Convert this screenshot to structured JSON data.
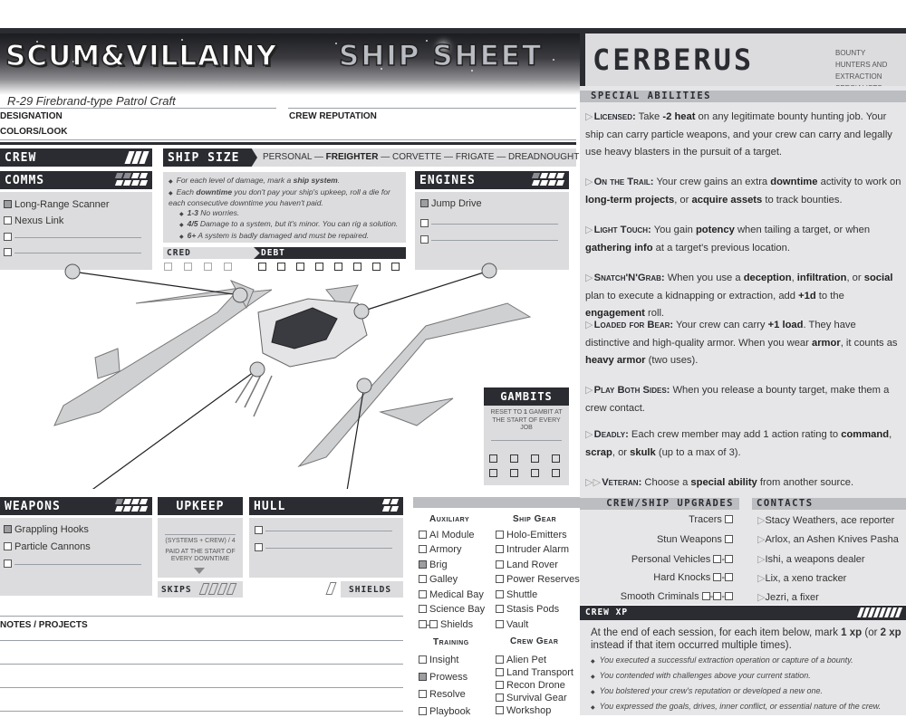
{
  "header": {
    "game_title": "SCUM&VILLAINY",
    "sheet_title": "SHIP SHEET",
    "crew_type": "CERBERUS",
    "crew_description": "BOUNTY HUNTERS AND EXTRACTION SPECIALISTS"
  },
  "info": {
    "ship_model": "R-29 Firebrand-type Patrol Craft",
    "designation_label": "DESIGNATION",
    "colors_label": "COLORS/LOOK",
    "crew_reputation_label": "CREW REPUTATION"
  },
  "crew": {
    "label": "CREW"
  },
  "ship_size": {
    "label": "SHIP SIZE",
    "options": [
      "PERSONAL",
      "FREIGHTER",
      "CORVETTE",
      "FRIGATE",
      "DREADNOUGHT"
    ],
    "selected": "FREIGHTER",
    "sep": " — "
  },
  "rules": [
    {
      "text": "For each level of damage, mark a ",
      "bold": "ship system",
      "after": ".",
      "sub": false
    },
    {
      "text": "Each ",
      "bold": "downtime",
      "after": " you don't pay your ship's upkeep, roll a die for each consecutive downtime you haven't paid.",
      "sub": false
    },
    {
      "text": "",
      "bold": "1-3",
      "after": " No worries.",
      "sub": true
    },
    {
      "text": "",
      "bold": "4/5",
      "after": " Damage to a system, but it's minor. You can rig a solution.",
      "sub": true
    },
    {
      "text": "",
      "bold": "6+",
      "after": " A system is badly damaged and must be repaired.",
      "sub": true
    }
  ],
  "cred": {
    "label": "CRED",
    "boxes": 4
  },
  "debt": {
    "label": "DEBT",
    "boxes": 8
  },
  "systems": {
    "comms": {
      "label": "COMMS",
      "items": [
        {
          "label": "Long-Range Scanner",
          "checked": true
        },
        {
          "label": "Nexus Link",
          "checked": false
        },
        {
          "label": "",
          "checked": false
        },
        {
          "label": "",
          "checked": false
        }
      ]
    },
    "engines": {
      "label": "ENGINES",
      "items": [
        {
          "label": "Jump Drive",
          "checked": true
        },
        {
          "label": "",
          "checked": false
        },
        {
          "label": "",
          "checked": false
        }
      ]
    },
    "weapons": {
      "label": "WEAPONS",
      "items": [
        {
          "label": "Grappling Hooks",
          "checked": true
        },
        {
          "label": "Particle Cannons",
          "checked": false
        },
        {
          "label": "",
          "checked": false
        }
      ]
    },
    "hull": {
      "label": "HULL",
      "items": [
        {
          "label": "",
          "checked": false
        },
        {
          "label": "",
          "checked": false
        }
      ]
    }
  },
  "upkeep": {
    "label": "UPKEEP",
    "formula": "(SYSTEMS + CREW) / 4",
    "note": "PAID AT THE START OF EVERY DOWNTIME",
    "skips_label": "SKIPS"
  },
  "shields_label": "SHIELDS",
  "gambits": {
    "label": "GAMBITS",
    "note_pre": "RESET TO ",
    "note_num": "1",
    "note_post": " GAMBIT AT THE START OF EVERY JOB",
    "boxes": 8
  },
  "special_abilities": {
    "label": "SPECIAL ABILITIES",
    "items": [
      {
        "name": "Licensed:",
        "html": "Take <b>-2 heat</b> on any legitimate bounty hunting job. Your ship can carry particle weapons, and your crew can carry and legally use heavy blasters in the pursuit of a target.",
        "double": false
      },
      {
        "name": "On the Trail:",
        "html": "Your crew gains an extra <b>downtime</b> activity to work on <b>long-term projects</b>, or <b>acquire assets</b> to track bounties.",
        "double": false
      },
      {
        "name": "Light Touch:",
        "html": "You gain <b>potency</b> when tailing a target, or when <b>gathering info</b> at a target's previous location.",
        "double": false
      },
      {
        "name": "Snatch'N'Grab:",
        "html": "When you use a <b>deception</b>, <b>infiltration</b>, or <b>social</b> plan to execute a kidnapping or extraction, add <b>+1d</b> to the <b>engagement</b> roll.",
        "double": false
      },
      {
        "name": "Loaded for Bear:",
        "html": "Your crew can carry <b>+1 load</b>. They have distinctive and high-quality armor. When you wear <b>armor</b>, it counts as <b>heavy armor</b> (two uses).",
        "double": false
      },
      {
        "name": "Play Both Sides:",
        "html": "When you release a bounty target, make them a crew contact.",
        "double": false
      },
      {
        "name": "Deadly:",
        "html": "Each crew member may add 1 action rating to <b>command</b>, <b>scrap</b>, or <b>skulk</b> (up to a max of 3).",
        "double": false
      },
      {
        "name": "Veteran:",
        "html": "Choose a <b>special ability</b> from another source.",
        "double": true
      }
    ]
  },
  "upgrades": {
    "label": "CREW/SHIP UPGRADES",
    "items": [
      {
        "label": "Tracers",
        "boxes": 1
      },
      {
        "label": "Stun Weapons",
        "boxes": 1
      },
      {
        "label": "Personal Vehicles",
        "boxes": 2
      },
      {
        "label": "Hard Knocks",
        "boxes": 2
      },
      {
        "label": "Smooth Criminals",
        "boxes": 3
      }
    ]
  },
  "contacts": {
    "label": "CONTACTS",
    "items": [
      "Stacy Weathers, ace reporter",
      "Arlox, an Ashen Knives Pasha",
      "Ishi, a weapons dealer",
      "Lix, a xeno tracker",
      "Jezri, a fixer"
    ]
  },
  "crew_xp": {
    "label": "CREW XP",
    "intro_pre": "At the end of each session, for each item below, mark ",
    "intro_b1": "1 xp",
    "intro_mid": " (or ",
    "intro_b2": "2 xp",
    "intro_post": " instead if that item occurred multiple times).",
    "items": [
      "You executed a successful extraction operation or capture of a bounty.",
      "You contended with challenges above your current station.",
      "You bolstered your crew's reputation or developed a new one.",
      "You expressed the goals, drives, inner conflict, or essential nature of the crew."
    ]
  },
  "auxiliary": {
    "label": "Auxiliary",
    "items": [
      {
        "label": "AI Module",
        "checked": false
      },
      {
        "label": "Armory",
        "checked": false
      },
      {
        "label": "Brig",
        "checked": true
      },
      {
        "label": "Galley",
        "checked": false
      },
      {
        "label": "Medical Bay",
        "checked": false
      },
      {
        "label": "Science Bay",
        "checked": false
      },
      {
        "label": "Shields",
        "checked": false,
        "double": true
      }
    ]
  },
  "ship_gear": {
    "label": "Ship Gear",
    "items": [
      {
        "label": "Holo-Emitters",
        "checked": false
      },
      {
        "label": "Intruder Alarm",
        "checked": false
      },
      {
        "label": "Land Rover",
        "checked": false
      },
      {
        "label": "Power Reserves",
        "checked": false
      },
      {
        "label": "Shuttle",
        "checked": false
      },
      {
        "label": "Stasis Pods",
        "checked": false
      },
      {
        "label": "Vault",
        "checked": false
      }
    ]
  },
  "training": {
    "label": "Training",
    "items": [
      {
        "label": "Insight",
        "checked": false
      },
      {
        "label": "Prowess",
        "checked": true
      },
      {
        "label": "Resolve",
        "checked": false
      },
      {
        "label": "Playbook",
        "checked": false
      }
    ]
  },
  "crew_gear": {
    "label": "Crew Gear",
    "items": [
      {
        "label": "Alien Pet",
        "checked": false
      },
      {
        "label": "Land Transport",
        "checked": false
      },
      {
        "label": "Recon Drone",
        "checked": false
      },
      {
        "label": "Survival Gear",
        "checked": false
      },
      {
        "label": "Workshop",
        "checked": false
      }
    ]
  },
  "notes": {
    "label": "NOTES / PROJECTS"
  },
  "colors": {
    "dark": "#2a2c31",
    "panel": "#dcdcde",
    "panel_light": "#e6e6e8",
    "bar": "#bbbdc1",
    "checked": "#9d9ea2"
  }
}
